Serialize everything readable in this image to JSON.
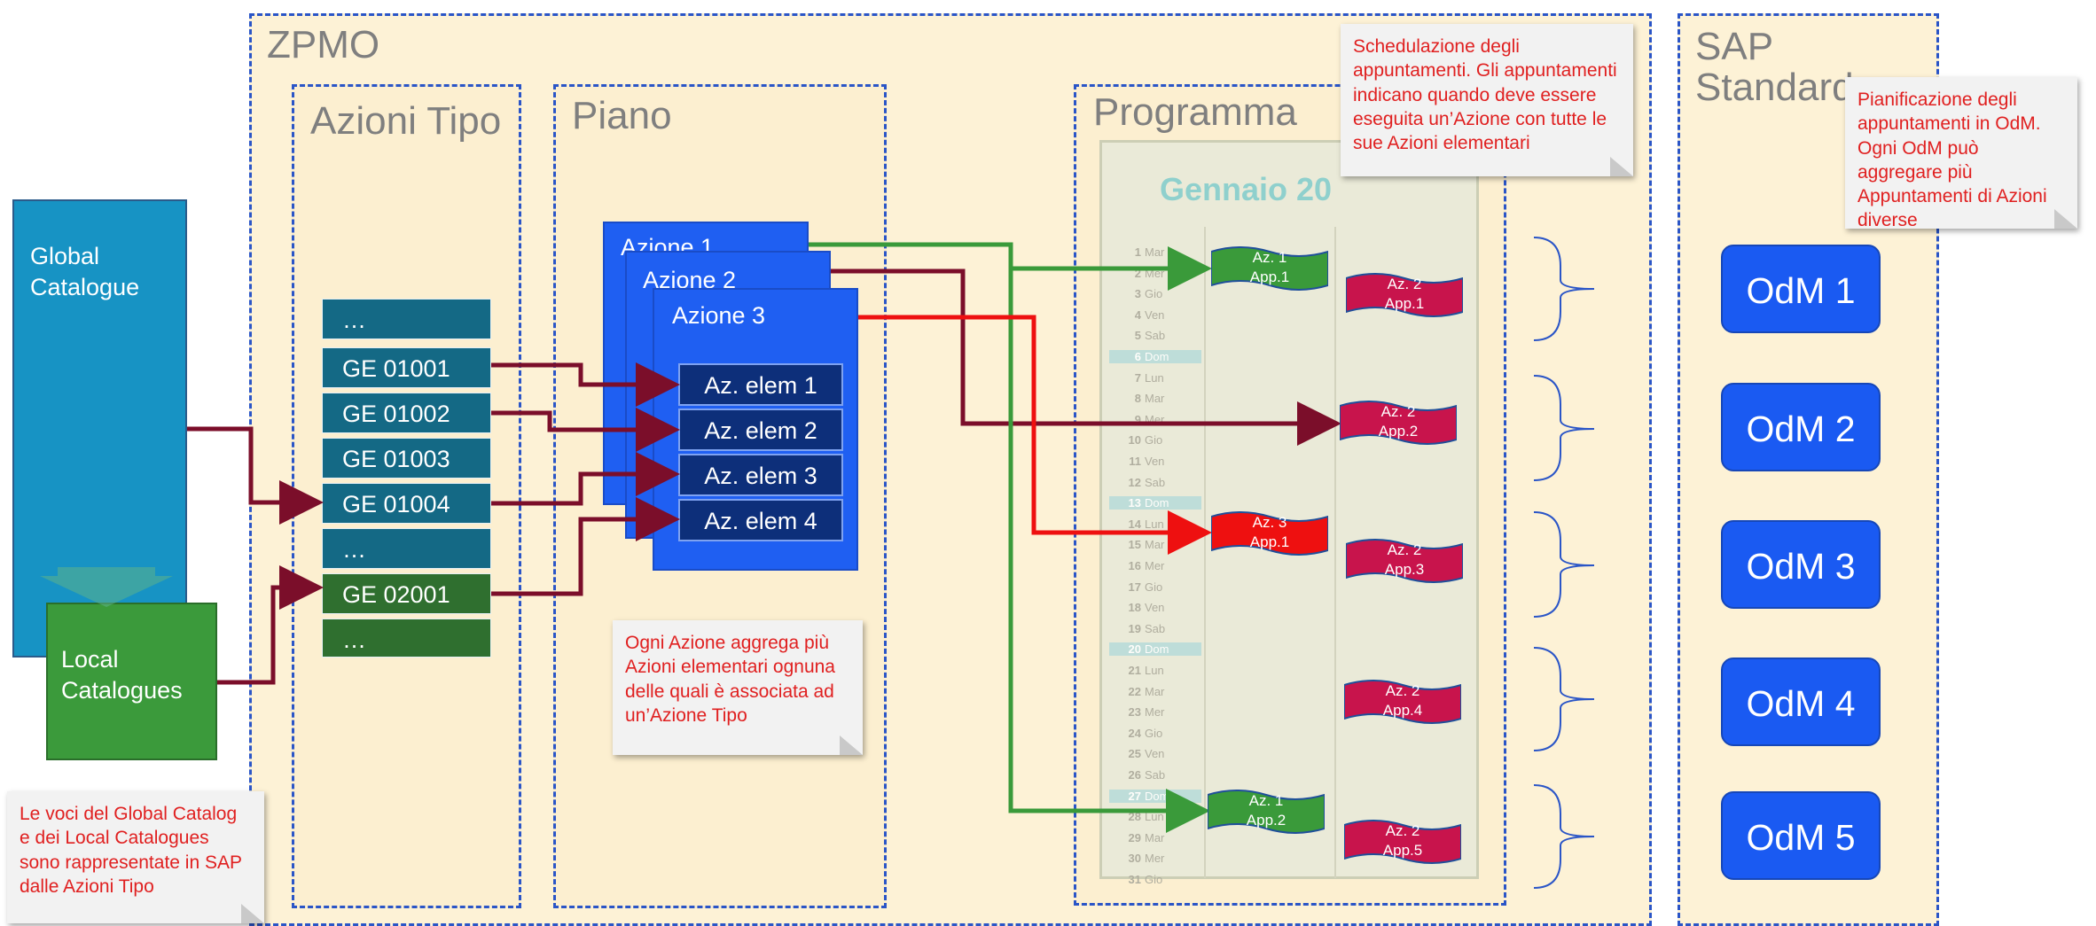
{
  "regions": {
    "zpmo": "ZPMO",
    "azioni_tipo": "Azioni Tipo",
    "piano": "Piano",
    "programma": "Programma",
    "sap_line1": "SAP",
    "sap_line2": "Standard"
  },
  "catalogues": {
    "global_line1": "Global",
    "global_line2": "Catalogue",
    "local_line1": "Local",
    "local_line2": "Catalogues"
  },
  "ge_list": [
    "…",
    "GE 01001",
    "GE 01002",
    "GE 01003",
    "GE 01004",
    "…",
    "GE 02001",
    "…"
  ],
  "azioni": [
    "Azione 1",
    "Azione 2",
    "Azione 3"
  ],
  "az_elem": [
    "Az. elem 1",
    "Az. elem 2",
    "Az. elem 3",
    "Az. elem 4"
  ],
  "calendar": {
    "title": "Gennaio 20",
    "days": [
      {
        "n": "1",
        "d": "Mar"
      },
      {
        "n": "2",
        "d": "Mer"
      },
      {
        "n": "3",
        "d": "Gio"
      },
      {
        "n": "4",
        "d": "Ven"
      },
      {
        "n": "5",
        "d": "Sab"
      },
      {
        "n": "6",
        "d": "Dom"
      },
      {
        "n": "7",
        "d": "Lun"
      },
      {
        "n": "8",
        "d": "Mar"
      },
      {
        "n": "9",
        "d": "Mer"
      },
      {
        "n": "10",
        "d": "Gio"
      },
      {
        "n": "11",
        "d": "Ven"
      },
      {
        "n": "12",
        "d": "Sab"
      },
      {
        "n": "13",
        "d": "Dom"
      },
      {
        "n": "14",
        "d": "Lun"
      },
      {
        "n": "15",
        "d": "Mar"
      },
      {
        "n": "16",
        "d": "Mer"
      },
      {
        "n": "17",
        "d": "Gio"
      },
      {
        "n": "18",
        "d": "Ven"
      },
      {
        "n": "19",
        "d": "Sab"
      },
      {
        "n": "20",
        "d": "Dom"
      },
      {
        "n": "21",
        "d": "Lun"
      },
      {
        "n": "22",
        "d": "Mar"
      },
      {
        "n": "23",
        "d": "Mer"
      },
      {
        "n": "24",
        "d": "Gio"
      },
      {
        "n": "25",
        "d": "Ven"
      },
      {
        "n": "26",
        "d": "Sab"
      },
      {
        "n": "27",
        "d": "Dom"
      },
      {
        "n": "28",
        "d": "Lun"
      },
      {
        "n": "29",
        "d": "Mar"
      },
      {
        "n": "30",
        "d": "Mer"
      },
      {
        "n": "31",
        "d": "Gio"
      }
    ]
  },
  "appointments": [
    {
      "line1": "Az. 1",
      "line2": "App.1",
      "color": "#3a9a3a"
    },
    {
      "line1": "Az. 2",
      "line2": "App.1",
      "color": "#c8144c"
    },
    {
      "line1": "Az. 2",
      "line2": "App.2",
      "color": "#c8144c"
    },
    {
      "line1": "Az. 3",
      "line2": "App.1",
      "color": "#ee1010"
    },
    {
      "line1": "Az. 2",
      "line2": "App.3",
      "color": "#c8144c"
    },
    {
      "line1": "Az. 2",
      "line2": "App.4",
      "color": "#c8144c"
    },
    {
      "line1": "Az. 1",
      "line2": "App.2",
      "color": "#3a9a3a"
    },
    {
      "line1": "Az. 2",
      "line2": "App.5",
      "color": "#c8144c"
    }
  ],
  "odm": [
    "OdM 1",
    "OdM 2",
    "OdM 3",
    "OdM 4",
    "OdM 5"
  ],
  "notes": {
    "schedulazione": "Schedulazione degli appuntamenti. Gli appuntamenti indicano quando deve essere eseguita un’Azione con tutte le sue Azioni elementari",
    "pianificazione": "Pianificazione degli appuntamenti in OdM. Ogni OdM può aggregare più Appuntamenti di Azioni diverse",
    "aggrega": "Ogni Azione aggrega più Azioni elementari ognuna delle quali è associata ad un’Azione Tipo",
    "voci": "Le voci del Global Catalog e dei Local Catalogues sono rappresentate in SAP dalle Azioni Tipo"
  },
  "colors": {
    "region_bg": "#fdf2d6",
    "dashed_border": "#2a55c7",
    "arrow_dark_red": "#7b0e2a",
    "arrow_green": "#3a9a3a",
    "arrow_red": "#ee1010",
    "odm_blue": "#1a5af2"
  }
}
